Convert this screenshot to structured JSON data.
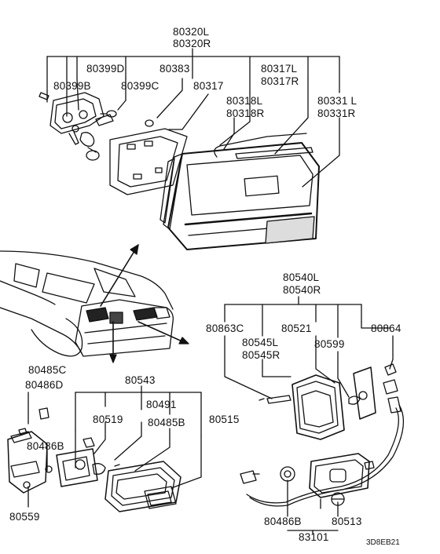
{
  "diagram": {
    "part_labels": {
      "p80320L": "80320L",
      "p80320R": "80320R",
      "p80399D": "80399D",
      "p80399B": "80399B",
      "p80383": "80383",
      "p80399C": "80399C",
      "p80317": "80317",
      "p80317L": "80317L",
      "p80317R": "80317R",
      "p80318L": "80318L",
      "p80318R": "80318R",
      "p80331L": "80331 L",
      "p80331R": "80331R",
      "p80540L": "80540L",
      "p80540R": "80540R",
      "p80863C": "80863C",
      "p80521": "80521",
      "p80864": "80864",
      "p80545L": "80545L",
      "p80545R": "80545R",
      "p80599": "80599",
      "p80485C": "80485C",
      "p80486D": "80486D",
      "p80543": "80543",
      "p80491": "80491",
      "p80519": "80519",
      "p80485B": "80485B",
      "p80515": "80515",
      "p80486B_left": "80486B",
      "p80559": "80559",
      "p80486B_right": "80486B",
      "p80513": "80513",
      "p83101": "83101"
    },
    "figure_code": "3D8EB21"
  }
}
